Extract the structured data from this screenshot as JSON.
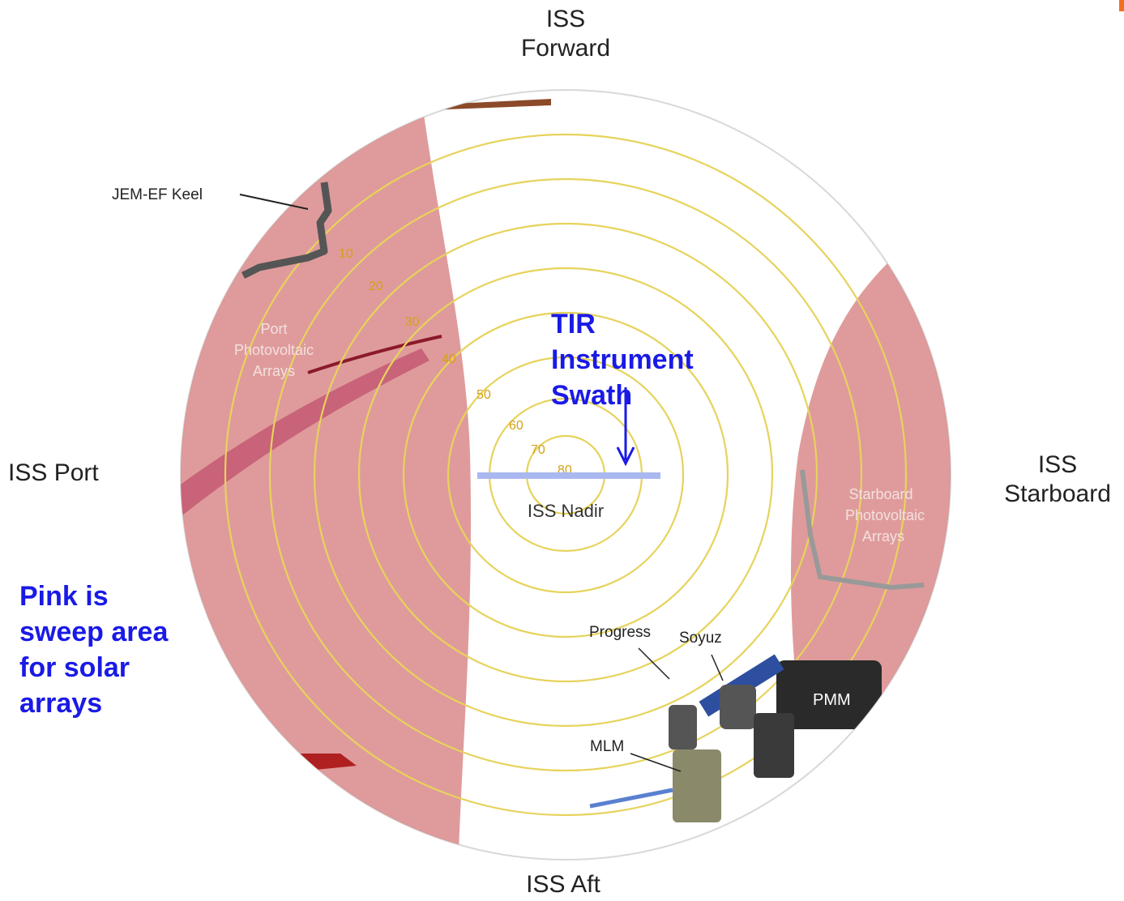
{
  "directions": {
    "forward": [
      "ISS",
      "Forward"
    ],
    "aft": "ISS Aft",
    "port": "ISS Port",
    "starboard": [
      "ISS",
      "Starboard"
    ]
  },
  "labels": {
    "jem_ef_keel": "JEM-EF Keel",
    "port_arrays": [
      "Port",
      "Photovoltaic",
      "Arrays"
    ],
    "starboard_arrays": [
      "Starboard",
      "Photovoltaic",
      "Arrays"
    ],
    "nadir": "ISS Nadir",
    "progress": "Progress",
    "soyuz": "Soyuz",
    "pmm": "PMM",
    "mlm": "MLM"
  },
  "ring_labels": [
    "80",
    "70",
    "60",
    "50",
    "40",
    "30",
    "20",
    "10"
  ],
  "callouts": {
    "tir": [
      "TIR",
      "Instrument",
      "Swath"
    ],
    "pink": [
      "Pink is",
      "sweep area",
      "for solar",
      "arrays"
    ]
  },
  "colors": {
    "sweep_pink": "#d98a8a",
    "ring_yellow": "#e6d35c",
    "callout_blue": "#1a1ae6",
    "swath_bar": "#a9b8ef",
    "accent_orange": "#f07020"
  }
}
